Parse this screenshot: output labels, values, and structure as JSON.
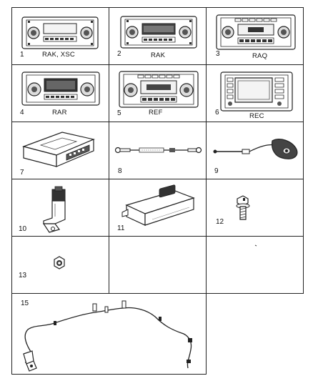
{
  "panels": [
    {
      "number": "1",
      "code": "RAK,  XSC",
      "part": "radio-rak-xsc"
    },
    {
      "number": "2",
      "code": "RAK",
      "part": "radio-rak"
    },
    {
      "number": "3",
      "code": "RAQ",
      "part": "radio-raq"
    },
    {
      "number": "4",
      "code": "RAR",
      "part": "radio-rar"
    },
    {
      "number": "5",
      "code": "REF",
      "part": "radio-ref"
    },
    {
      "number": "6",
      "code": "REC",
      "part": "radio-rec-navigation"
    },
    {
      "number": "7",
      "code": "",
      "part": "amplifier-module"
    },
    {
      "number": "8",
      "code": "",
      "part": "ground-strap"
    },
    {
      "number": "9",
      "code": "",
      "part": "satellite-antenna-cable"
    },
    {
      "number": "10",
      "code": "",
      "part": "antenna-bracket"
    },
    {
      "number": "11",
      "code": "",
      "part": "receiver-module"
    },
    {
      "number": "12",
      "code": "",
      "part": "screw"
    },
    {
      "number": "13",
      "code": "",
      "part": "nut"
    },
    {
      "number": "15",
      "code": "",
      "part": "antenna-wiring-harness"
    }
  ],
  "colors": {
    "line": "#222222",
    "paper": "#ffffff"
  }
}
